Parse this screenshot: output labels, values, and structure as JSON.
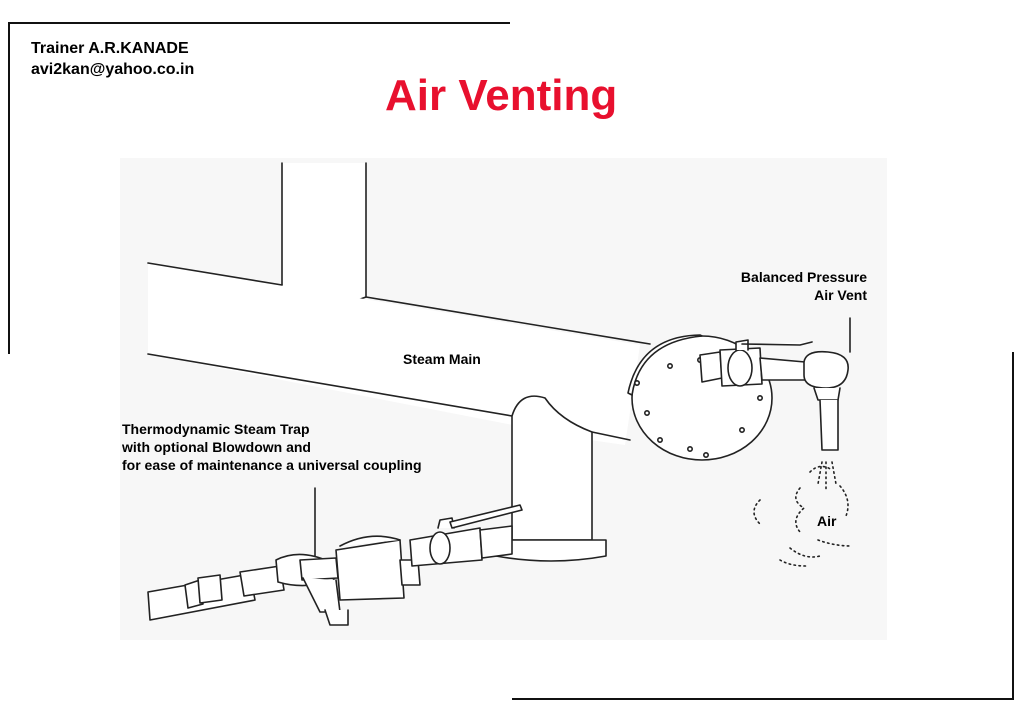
{
  "author": {
    "name": "Trainer A.R.KANADE",
    "email": "avi2kan@yahoo.co.in"
  },
  "title": "Air Venting",
  "colors": {
    "title": "#e8102e",
    "frame": "#111111",
    "line": "#222222",
    "fill": "#ffffff"
  },
  "labels": {
    "vent": [
      "Balanced Pressure",
      "Air Vent"
    ],
    "steam_main": "Steam Main",
    "trap": [
      "Thermodynamic Steam Trap",
      "with optional Blowdown and",
      "for ease of maintenance a universal coupling"
    ],
    "air": "Air"
  }
}
